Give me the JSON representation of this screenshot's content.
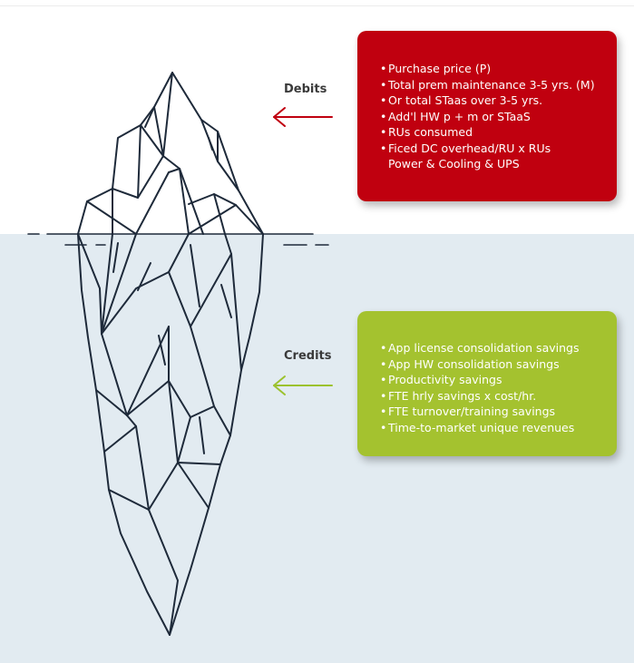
{
  "colors": {
    "debits_box": "#c0000f",
    "credits_box": "#a4c22f",
    "water": "#e2ebf1",
    "iceberg_line": "#1e2a3a",
    "debits_arrow": "#c0000f",
    "credits_arrow": "#9cc22f"
  },
  "debits": {
    "label": "Debits",
    "items": [
      "Purchase price (P)",
      "Total prem maintenance 3-5 yrs. (M)",
      "Or total STaas over 3-5 yrs.",
      "Add'l HW p + m or STaaS",
      "RUs consumed",
      "Ficed DC overhead/RU x RUs"
    ],
    "continuation": "Power & Cooling & UPS"
  },
  "credits": {
    "label": "Credits",
    "items": [
      "App license consolidation savings",
      "App HW consolidation savings",
      "Productivity savings",
      "FTE hrly savings x cost/hr.",
      "FTE turnover/training savings",
      "Time-to-market unique revenues"
    ]
  },
  "icons": {
    "debits_arrow": "arrow-left-icon",
    "credits_arrow": "arrow-left-icon",
    "iceberg": "iceberg-illustration"
  }
}
